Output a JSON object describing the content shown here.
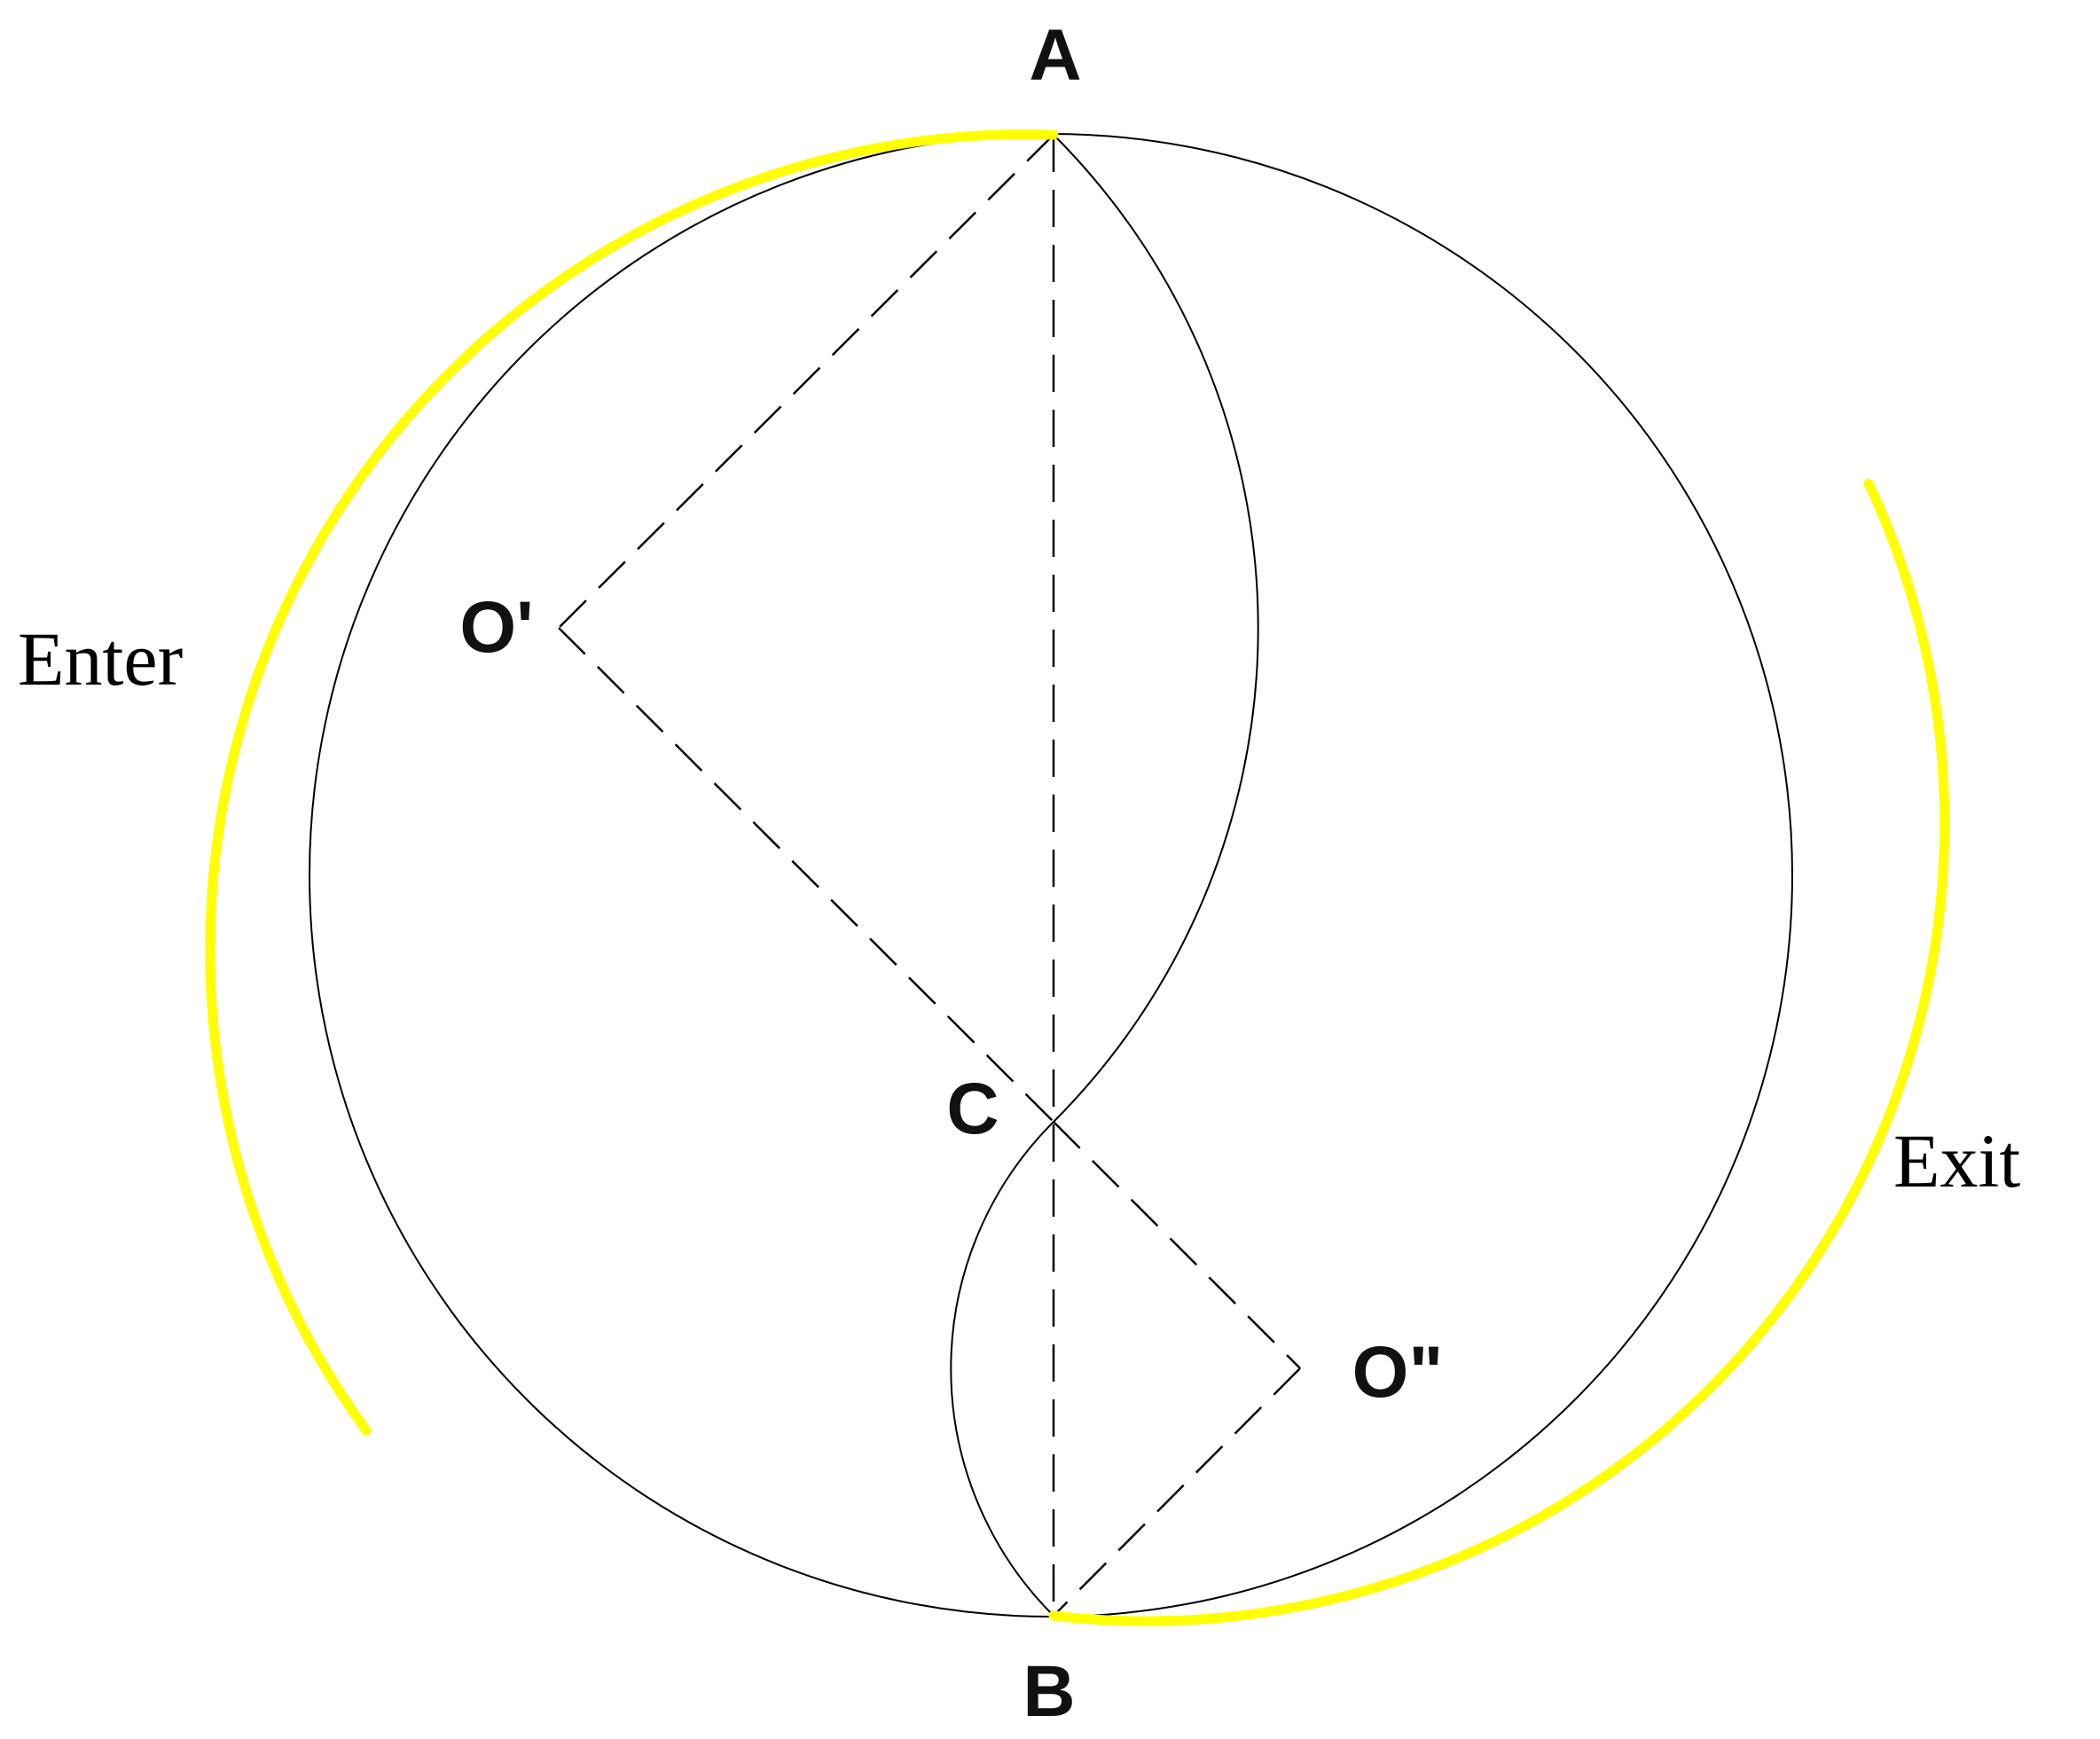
{
  "points": {
    "a": "A",
    "b": "B",
    "c": "C",
    "o1": "O'",
    "o2": "O\""
  },
  "labels": {
    "enter": "Enter",
    "exit": "Exit"
  },
  "colors": {
    "background": "#ffffff",
    "line": "#000000",
    "highlight": "#ffff00",
    "point_text": "#111111",
    "side_text": "#000000"
  }
}
